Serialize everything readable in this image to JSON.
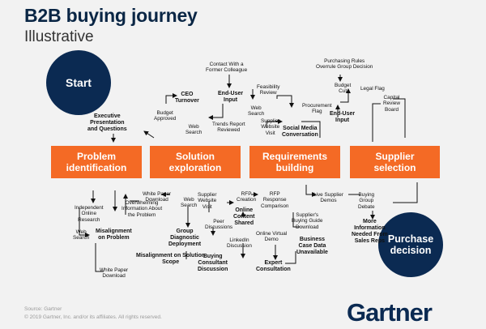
{
  "title": "B2B buying journey",
  "subtitle": "Illustrative",
  "start": "Start",
  "end_line1": "Purchase",
  "end_line2": "decision",
  "stages": [
    {
      "l1": "Problem",
      "l2": "identification"
    },
    {
      "l1": "Solution",
      "l2": "exploration"
    },
    {
      "l1": "Requirements",
      "l2": "building"
    },
    {
      "l1": "Supplier",
      "l2": "selection"
    }
  ],
  "labels": {
    "exec": [
      "Executive",
      "Presentation",
      "and Questions"
    ],
    "ceo": [
      "CEO",
      "Turnover"
    ],
    "budget_approved": [
      "Budget",
      "Approved"
    ],
    "web_search_top": [
      "Web",
      "Search"
    ],
    "contact": [
      "Contact With a",
      "Former Colleague"
    ],
    "end_user_input_1": [
      "End-User",
      "Input"
    ],
    "feasibility": [
      "Feasibility",
      "Review"
    ],
    "web_search_2": [
      "Web",
      "Search"
    ],
    "trends": [
      "Trends Report",
      "Reviewed"
    ],
    "supplier_visit_top": [
      "Supplier",
      "Website",
      "Visit"
    ],
    "social": [
      "Social Media",
      "Conversation"
    ],
    "procurement": [
      "Procurement",
      "Flag"
    ],
    "purchasing_rules": [
      "Purchasing Rules",
      "Overrule Group Decision"
    ],
    "budget_cut": [
      "Budget",
      "Cut"
    ],
    "legal": [
      "Legal Flag"
    ],
    "end_user_input_2": [
      "End-User",
      "Input"
    ],
    "capital": [
      "Capital",
      "Review",
      "Board"
    ],
    "independent": [
      "Independent",
      "Online",
      "Research"
    ],
    "web_search_left": [
      "Web",
      "Search"
    ],
    "white_paper_left": [
      "White Paper",
      "Download"
    ],
    "misalign_problem": [
      "Misalignment",
      "on Problem"
    ],
    "overwhelming": [
      "Overwhelming",
      "Information About",
      "the Problem"
    ],
    "white_paper_mid": [
      "White Paper",
      "Download"
    ],
    "web_search_mid": [
      "Web",
      "Search"
    ],
    "group_diag": [
      "Group",
      "Diagnostic",
      "Deployment"
    ],
    "misalign_scope": [
      "Misalignment on Solution",
      "Scope"
    ],
    "buying_consultant": [
      "Buying",
      "Consultant",
      "Discussion"
    ],
    "supplier_visit_mid": [
      "Supplier",
      "Website",
      "Visit"
    ],
    "peer": [
      "Peer",
      "Discussions"
    ],
    "online_content": [
      "Online",
      "Content",
      "Shared"
    ],
    "linkedin": [
      "LinkedIn",
      "Discussion"
    ],
    "rfp_creation": [
      "RFP",
      "Creation"
    ],
    "rfp_response": [
      "RFP",
      "Response",
      "Comparison"
    ],
    "online_demo": [
      "Online Virtual",
      "Demo"
    ],
    "expert": [
      "Expert",
      "Consultation"
    ],
    "guide": [
      "Supplier's",
      "Buying Guide",
      "Download"
    ],
    "business_case": [
      "Business",
      "Case Data",
      "Unavailable"
    ],
    "live_demos": [
      "Live Supplier",
      "Demos"
    ],
    "group_debate": [
      "Buying",
      "Group",
      "Debate"
    ],
    "more_info": [
      "More",
      "Information",
      "Needed From",
      "Sales Reps"
    ]
  },
  "source": "Source: Gartner",
  "copyright": "© 2019 Gartner, Inc. and/or its affiliates. All rights reserved.",
  "logo": "Gartner",
  "colors": {
    "navy": "#0b2a52",
    "orange": "#f46a25",
    "background": "#f2f2f2"
  }
}
